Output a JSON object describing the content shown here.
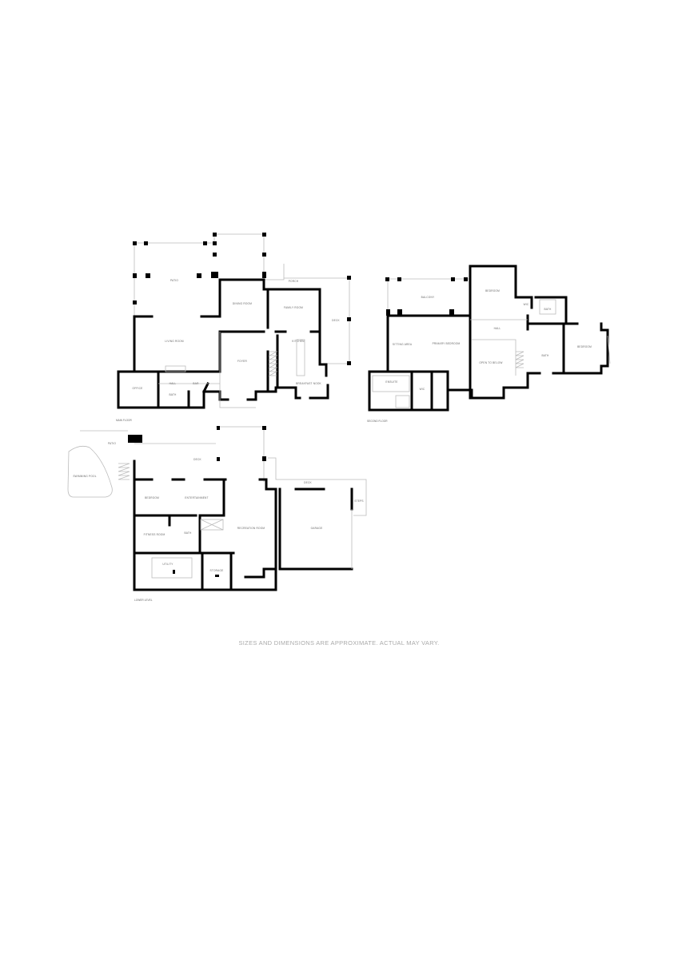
{
  "main_floor": {
    "title": "MAIN FLOOR",
    "rooms": [
      "PATIO",
      "LIVING ROOM",
      "DINING ROOM",
      "FAMILY ROOM",
      "KITCHEN",
      "FOYER",
      "OFFICE",
      "HALL",
      "BATH",
      "BAR",
      "PORCH",
      "DECK",
      "BREAKFAST NOOK"
    ]
  },
  "second_floor": {
    "title": "SECOND FLOOR",
    "rooms": [
      "BALCONY",
      "BEDROOM",
      "PRIMARY BEDROOM",
      "SITTING AREA",
      "HALL",
      "OPEN TO BELOW",
      "BEDROOM",
      "BATH",
      "BATH",
      "ENSUITE",
      "WIC",
      "WIC"
    ]
  },
  "lower_level": {
    "title": "LOWER LEVEL",
    "rooms": [
      "PATIO",
      "SWIMMING POOL",
      "DECK",
      "BEDROOM",
      "ENTERTAINMENT",
      "FITNESS ROOM",
      "BATH",
      "RECREATION ROOM",
      "GARAGE",
      "UTILITY",
      "STORAGE",
      "DECK",
      "STEPS"
    ]
  },
  "caption": "SIZES AND DIMENSIONS ARE APPROXIMATE. ACTUAL MAY VARY."
}
